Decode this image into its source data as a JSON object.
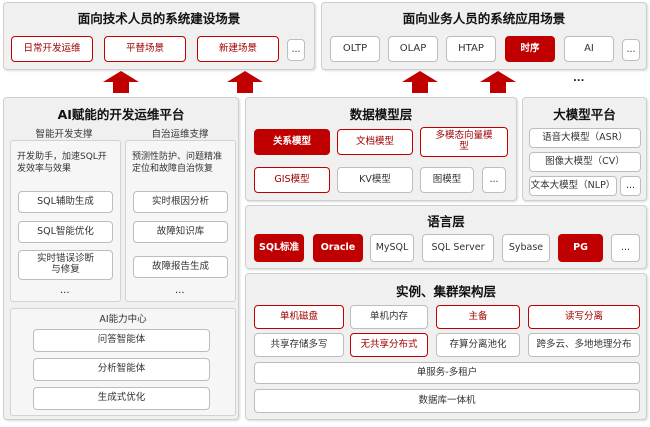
{
  "tech_scene": {
    "title": "面向技术人员的系统建设场景",
    "items": [
      "日常开发运维",
      "平替场景",
      "新建场景",
      "..."
    ]
  },
  "biz_scene": {
    "title": "面向业务人员的系统应用场景",
    "items": [
      "OLTP",
      "OLAP",
      "HTAP",
      "时序",
      "AI",
      "..."
    ],
    "below_dots": "..."
  },
  "ai_platform": {
    "title": "AI赋能的开发运维平台",
    "dev": {
      "title": "智能开发支撑",
      "desc": "开发助手，加速SQL开发效率与效果",
      "items": [
        "SQL辅助生成",
        "SQL智能优化",
        "实时错误诊断与修复"
      ],
      "dots": "..."
    },
    "ops": {
      "title": "自治运维支撑",
      "desc": "预测性防护、问题精准定位和故障自治恢复",
      "items": [
        "实时根因分析",
        "故障知识库",
        "故障报告生成"
      ],
      "dots": "..."
    },
    "center": {
      "title": "AI能力中心",
      "items": [
        "问答智能体",
        "分析智能体",
        "生成式优化"
      ]
    }
  },
  "data_model": {
    "title": "数据模型层",
    "row1": [
      "关系模型",
      "文档模型",
      "多模态向量模型"
    ],
    "row2": [
      "GIS模型",
      "KV模型",
      "图模型",
      "..."
    ]
  },
  "llm_platform": {
    "title": "大模型平台",
    "items": [
      "语音大模型（ASR）",
      "图像大模型（CV）",
      "文本大模型（NLP）",
      "..."
    ]
  },
  "language": {
    "title": "语言层",
    "items": [
      "SQL标准",
      "Oracle",
      "MySQL",
      "SQL Server",
      "Sybase",
      "PG",
      "..."
    ]
  },
  "instance": {
    "title": "实例、集群架构层",
    "row1": [
      "单机磁盘",
      "单机内存",
      "主备",
      "读写分离"
    ],
    "row2": [
      "共享存储多写",
      "无共享分布式",
      "存算分离池化",
      "跨多云、多地地理分布"
    ],
    "row3": "单服务-多租户",
    "row4": "数据库一体机"
  },
  "colors": {
    "accent": "#c00000",
    "panel": "#f0f0f0"
  }
}
